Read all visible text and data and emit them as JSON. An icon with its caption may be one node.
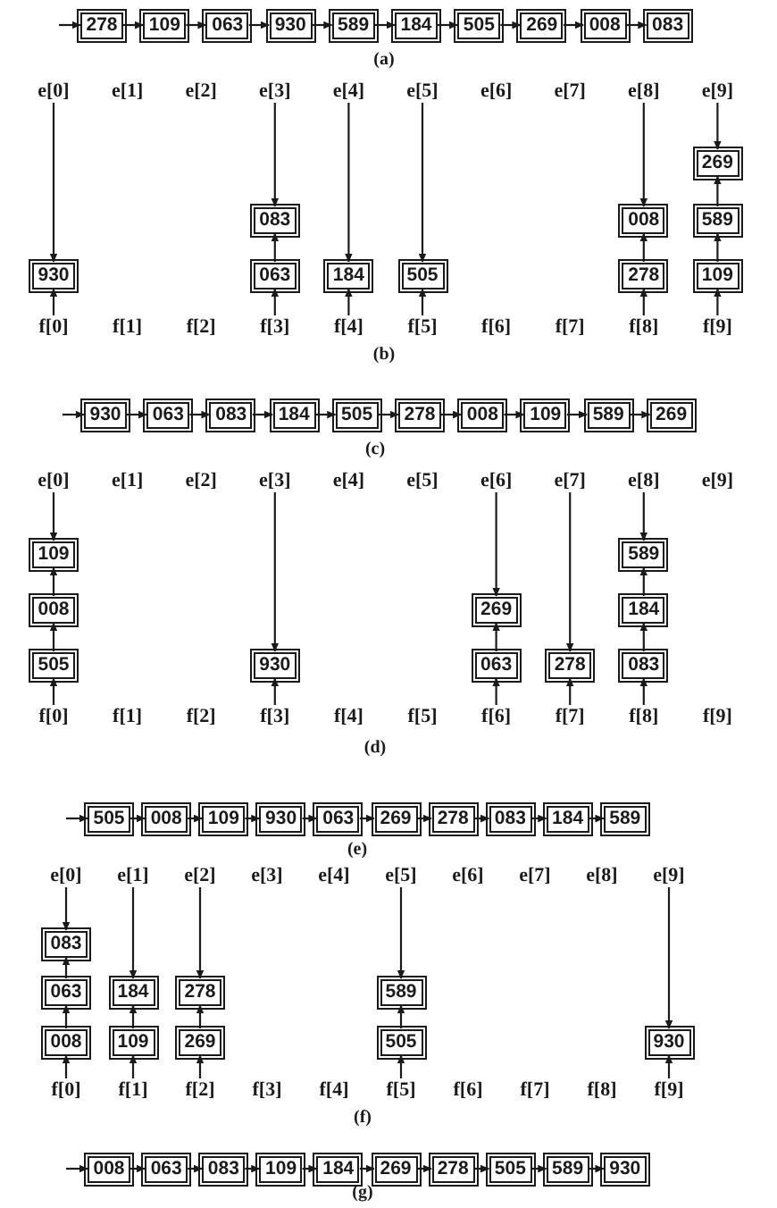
{
  "diagram": {
    "nodes": [
      {
        "text": [
          "278"
        ]
      },
      {
        "text": [
          "109"
        ]
      },
      {
        "text": [
          "063"
        ]
      },
      {
        "text": [
          "930"
        ]
      },
      {
        "text": [
          "589"
        ]
      },
      {
        "text": [
          "184"
        ]
      },
      {
        "text": [
          "505"
        ]
      },
      {
        "text": [
          "269"
        ]
      },
      {
        "text": [
          "008"
        ]
      },
      {
        "text": [
          "083"
        ]
      },
      {
        "text": [
          "e[0]"
        ]
      },
      {
        "text": [
          "e[1]"
        ]
      },
      {
        "text": [
          "e[2]"
        ]
      },
      {
        "text": [
          "e[3]"
        ]
      },
      {
        "text": [
          "e[4]"
        ]
      },
      {
        "text": [
          "e[5]"
        ]
      },
      {
        "text": [
          "e[6]"
        ]
      },
      {
        "text": [
          "e[7]"
        ]
      },
      {
        "text": [
          "e[8]"
        ]
      },
      {
        "text": [
          "e[9]"
        ]
      },
      {
        "text": [
          "269"
        ]
      },
      {
        "text": [
          "083"
        ]
      },
      {
        "text": [
          "008"
        ]
      },
      {
        "text": [
          "589"
        ]
      },
      {
        "text": [
          "930"
        ]
      },
      {
        "text": [
          "063"
        ]
      },
      {
        "text": [
          "184"
        ]
      },
      {
        "text": [
          "505"
        ]
      },
      {
        "text": [
          "278"
        ]
      },
      {
        "text": [
          "109"
        ]
      },
      {
        "text": [
          "f[0]"
        ]
      },
      {
        "text": [
          "f[1]"
        ]
      },
      {
        "text": [
          "f[2]"
        ]
      },
      {
        "text": [
          "f[3]"
        ]
      },
      {
        "text": [
          "f[4]"
        ]
      },
      {
        "text": [
          "f[5]"
        ]
      },
      {
        "text": [
          "f[6]"
        ]
      },
      {
        "text": [
          "f[7]"
        ]
      },
      {
        "text": [
          "f[8]"
        ]
      },
      {
        "text": [
          "f[9]"
        ]
      },
      {
        "text": [
          "930"
        ]
      },
      {
        "text": [
          "063"
        ]
      },
      {
        "text": [
          "083"
        ]
      },
      {
        "text": [
          "184"
        ]
      },
      {
        "text": [
          "505"
        ]
      },
      {
        "text": [
          "278"
        ]
      },
      {
        "text": [
          "008"
        ]
      },
      {
        "text": [
          "109"
        ]
      },
      {
        "text": [
          "589"
        ]
      },
      {
        "text": [
          "269"
        ]
      },
      {
        "text": [
          "e[0]"
        ]
      },
      {
        "text": [
          "e[1]"
        ]
      },
      {
        "text": [
          "e[2]"
        ]
      },
      {
        "text": [
          "e[3]"
        ]
      },
      {
        "text": [
          "e[4]"
        ]
      },
      {
        "text": [
          "e[5]"
        ]
      },
      {
        "text": [
          "e[6]"
        ]
      },
      {
        "text": [
          "e[7]"
        ]
      },
      {
        "text": [
          "e[8]"
        ]
      },
      {
        "text": [
          "e[9]"
        ]
      },
      {
        "text": [
          "109"
        ]
      },
      {
        "text": [
          "589"
        ]
      },
      {
        "text": [
          "008"
        ]
      },
      {
        "text": [
          "269"
        ]
      },
      {
        "text": [
          "184"
        ]
      },
      {
        "text": [
          "505"
        ]
      },
      {
        "text": [
          "930"
        ]
      },
      {
        "text": [
          "063"
        ]
      },
      {
        "text": [
          "278"
        ]
      },
      {
        "text": [
          "083"
        ]
      },
      {
        "text": [
          "f[0]"
        ]
      },
      {
        "text": [
          "f[1]"
        ]
      },
      {
        "text": [
          "f[2]"
        ]
      },
      {
        "text": [
          "f[3]"
        ]
      },
      {
        "text": [
          "f[4]"
        ]
      },
      {
        "text": [
          "f[5]"
        ]
      },
      {
        "text": [
          "f[6]"
        ]
      },
      {
        "text": [
          "f[7]"
        ]
      },
      {
        "text": [
          "f[8]"
        ]
      },
      {
        "text": [
          "f[9]"
        ]
      },
      {
        "text": [
          "505"
        ]
      },
      {
        "text": [
          "008"
        ]
      },
      {
        "text": [
          "109"
        ]
      },
      {
        "text": [
          "930"
        ]
      },
      {
        "text": [
          "063"
        ]
      },
      {
        "text": [
          "269"
        ]
      },
      {
        "text": [
          "278"
        ]
      },
      {
        "text": [
          "083"
        ]
      },
      {
        "text": [
          "184"
        ]
      },
      {
        "text": [
          "589"
        ]
      },
      {
        "text": [
          "e[0]"
        ]
      },
      {
        "text": [
          "e[1]"
        ]
      },
      {
        "text": [
          "e[2]"
        ]
      },
      {
        "text": [
          "e[3]"
        ]
      },
      {
        "text": [
          "e[4]"
        ]
      },
      {
        "text": [
          "e[5]"
        ]
      },
      {
        "text": [
          "e[6]"
        ]
      },
      {
        "text": [
          "e[7]"
        ]
      },
      {
        "text": [
          "e[8]"
        ]
      },
      {
        "text": [
          "e[9]"
        ]
      },
      {
        "text": [
          "083"
        ]
      },
      {
        "text": [
          "063"
        ]
      },
      {
        "text": [
          "184"
        ]
      },
      {
        "text": [
          "278"
        ]
      },
      {
        "text": [
          "589"
        ]
      },
      {
        "text": [
          "008"
        ]
      },
      {
        "text": [
          "109"
        ]
      },
      {
        "text": [
          "269"
        ]
      },
      {
        "text": [
          "505"
        ]
      },
      {
        "text": [
          "930"
        ]
      },
      {
        "text": [
          "f[0]"
        ]
      },
      {
        "text": [
          "f[1]"
        ]
      },
      {
        "text": [
          "f[2]"
        ]
      },
      {
        "text": [
          "f[3]"
        ]
      },
      {
        "text": [
          "f[4]"
        ]
      },
      {
        "text": [
          "f[5]"
        ]
      },
      {
        "text": [
          "f[6]"
        ]
      },
      {
        "text": [
          "f[7]"
        ]
      },
      {
        "text": [
          "f[8]"
        ]
      },
      {
        "text": [
          "f[9]"
        ]
      },
      {
        "text": [
          "008"
        ]
      },
      {
        "text": [
          "063"
        ]
      },
      {
        "text": [
          "083"
        ]
      },
      {
        "text": [
          "109"
        ]
      },
      {
        "text": [
          "184"
        ]
      },
      {
        "text": [
          "269"
        ]
      },
      {
        "text": [
          "278"
        ]
      },
      {
        "text": [
          "505"
        ]
      },
      {
        "text": [
          "589"
        ]
      },
      {
        "text": [
          "930"
        ]
      }
    ],
    "edges": [
      {
        "from": null,
        "to": 0,
        "arrow": "to"
      },
      {
        "from": 0,
        "to": 1,
        "arrow": "to"
      },
      {
        "from": 1,
        "to": 2,
        "arrow": "to"
      },
      {
        "from": 2,
        "to": 3,
        "arrow": "to"
      },
      {
        "from": 3,
        "to": 4,
        "arrow": "to"
      },
      {
        "from": 4,
        "to": 5,
        "arrow": "to"
      },
      {
        "from": 5,
        "to": 6,
        "arrow": "to"
      },
      {
        "from": 6,
        "to": 7,
        "arrow": "to"
      },
      {
        "from": 7,
        "to": 8,
        "arrow": "to"
      },
      {
        "from": 8,
        "to": 9,
        "arrow": "to"
      },
      {
        "from": 10,
        "to": 24,
        "arrow": "to"
      },
      {
        "from": 30,
        "to": 24,
        "arrow": "to"
      },
      {
        "from": 13,
        "to": 21,
        "arrow": "to"
      },
      {
        "from": 33,
        "to": 25,
        "arrow": "to"
      },
      {
        "from": 25,
        "to": 21,
        "arrow": "to"
      },
      {
        "from": 14,
        "to": 26,
        "arrow": "to"
      },
      {
        "from": 34,
        "to": 26,
        "arrow": "to"
      },
      {
        "from": 15,
        "to": 27,
        "arrow": "to"
      },
      {
        "from": 35,
        "to": 27,
        "arrow": "to"
      },
      {
        "from": 18,
        "to": 22,
        "arrow": "to"
      },
      {
        "from": 38,
        "to": 28,
        "arrow": "to"
      },
      {
        "from": 28,
        "to": 22,
        "arrow": "to"
      },
      {
        "from": 19,
        "to": 20,
        "arrow": "to"
      },
      {
        "from": 39,
        "to": 29,
        "arrow": "to"
      },
      {
        "from": 29,
        "to": 23,
        "arrow": "to"
      },
      {
        "from": 23,
        "to": 20,
        "arrow": "to"
      },
      {
        "from": null,
        "to": 40,
        "arrow": "to"
      },
      {
        "from": 40,
        "to": 41,
        "arrow": "to"
      },
      {
        "from": 41,
        "to": 42,
        "arrow": "to"
      },
      {
        "from": 42,
        "to": 43,
        "arrow": "to"
      },
      {
        "from": 43,
        "to": 44,
        "arrow": "to"
      },
      {
        "from": 44,
        "to": 45,
        "arrow": "to"
      },
      {
        "from": 45,
        "to": 46,
        "arrow": "to"
      },
      {
        "from": 46,
        "to": 47,
        "arrow": "to"
      },
      {
        "from": 47,
        "to": 48,
        "arrow": "to"
      },
      {
        "from": 48,
        "to": 49,
        "arrow": "to"
      },
      {
        "from": 50,
        "to": 60,
        "arrow": "to"
      },
      {
        "from": 70,
        "to": 65,
        "arrow": "to"
      },
      {
        "from": 65,
        "to": 62,
        "arrow": "to"
      },
      {
        "from": 62,
        "to": 60,
        "arrow": "to"
      },
      {
        "from": 53,
        "to": 66,
        "arrow": "to"
      },
      {
        "from": 73,
        "to": 66,
        "arrow": "to"
      },
      {
        "from": 56,
        "to": 63,
        "arrow": "to"
      },
      {
        "from": 76,
        "to": 67,
        "arrow": "to"
      },
      {
        "from": 67,
        "to": 63,
        "arrow": "to"
      },
      {
        "from": 57,
        "to": 68,
        "arrow": "to"
      },
      {
        "from": 77,
        "to": 68,
        "arrow": "to"
      },
      {
        "from": 58,
        "to": 61,
        "arrow": "to"
      },
      {
        "from": 78,
        "to": 69,
        "arrow": "to"
      },
      {
        "from": 69,
        "to": 64,
        "arrow": "to"
      },
      {
        "from": 64,
        "to": 61,
        "arrow": "to"
      },
      {
        "from": null,
        "to": 80,
        "arrow": "to"
      },
      {
        "from": 80,
        "to": 81,
        "arrow": "to"
      },
      {
        "from": 81,
        "to": 82,
        "arrow": "to"
      },
      {
        "from": 82,
        "to": 83,
        "arrow": "to"
      },
      {
        "from": 83,
        "to": 84,
        "arrow": "to"
      },
      {
        "from": 84,
        "to": 85,
        "arrow": "to"
      },
      {
        "from": 85,
        "to": 86,
        "arrow": "to"
      },
      {
        "from": 86,
        "to": 87,
        "arrow": "to"
      },
      {
        "from": 87,
        "to": 88,
        "arrow": "to"
      },
      {
        "from": 88,
        "to": 89,
        "arrow": "to"
      },
      {
        "from": 90,
        "to": 100,
        "arrow": "to"
      },
      {
        "from": 110,
        "to": 105,
        "arrow": "to"
      },
      {
        "from": 105,
        "to": 101,
        "arrow": "to"
      },
      {
        "from": 101,
        "to": 100,
        "arrow": "to"
      },
      {
        "from": 91,
        "to": 102,
        "arrow": "to"
      },
      {
        "from": 111,
        "to": 106,
        "arrow": "to"
      },
      {
        "from": 106,
        "to": 102,
        "arrow": "to"
      },
      {
        "from": 92,
        "to": 103,
        "arrow": "to"
      },
      {
        "from": 112,
        "to": 107,
        "arrow": "to"
      },
      {
        "from": 107,
        "to": 103,
        "arrow": "to"
      },
      {
        "from": 95,
        "to": 104,
        "arrow": "to"
      },
      {
        "from": 115,
        "to": 108,
        "arrow": "to"
      },
      {
        "from": 108,
        "to": 104,
        "arrow": "to"
      },
      {
        "from": 99,
        "to": 109,
        "arrow": "to"
      },
      {
        "from": 119,
        "to": 109,
        "arrow": "to"
      },
      {
        "from": null,
        "to": 120,
        "arrow": "to"
      },
      {
        "from": 120,
        "to": 121,
        "arrow": "to"
      },
      {
        "from": 121,
        "to": 122,
        "arrow": "to"
      },
      {
        "from": 122,
        "to": 123,
        "arrow": "to"
      },
      {
        "from": 123,
        "to": 124,
        "arrow": "to"
      },
      {
        "from": 124,
        "to": 125,
        "arrow": "to"
      },
      {
        "from": 125,
        "to": 126,
        "arrow": "to"
      },
      {
        "from": 126,
        "to": 127,
        "arrow": "to"
      },
      {
        "from": 127,
        "to": 128,
        "arrow": "to"
      },
      {
        "from": 128,
        "to": 129,
        "arrow": "to"
      }
    ],
    "labels": [
      "(a)",
      "(b)",
      "(c)",
      "(d)",
      "(e)",
      "(f)",
      "(g)"
    ]
  }
}
